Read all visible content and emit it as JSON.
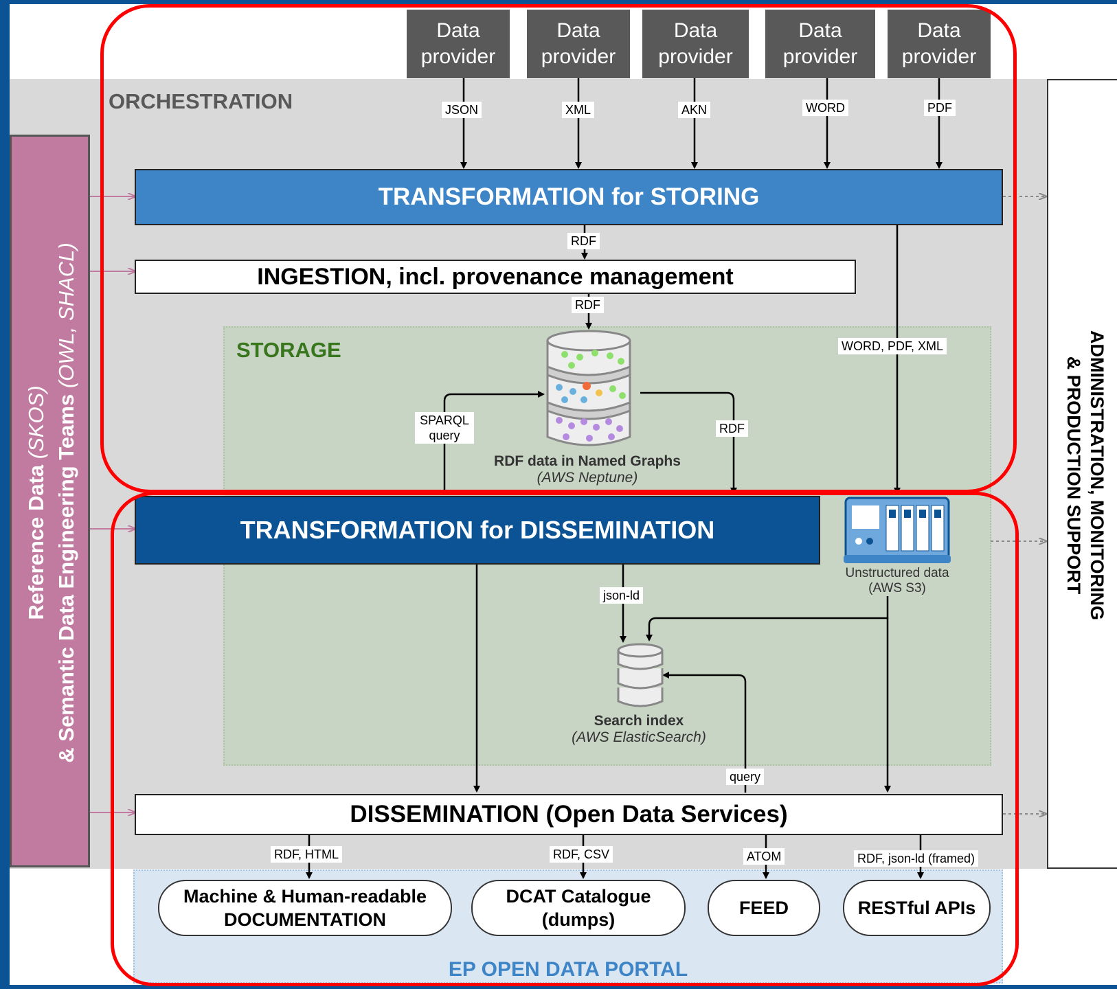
{
  "providers": [
    {
      "label": "Data provider",
      "format": "JSON"
    },
    {
      "label": "Data provider",
      "format": "XML"
    },
    {
      "label": "Data provider",
      "format": "AKN"
    },
    {
      "label": "Data provider",
      "format": "WORD"
    },
    {
      "label": "Data provider",
      "format": "PDF"
    }
  ],
  "sections": {
    "orchestration": "ORCHESTRATION",
    "storage": "STORAGE",
    "portal": "EP OPEN DATA PORTAL"
  },
  "side_panel": {
    "line1": "Reference Data",
    "line1_italic": "(SKOS)",
    "line2": "& Semantic Data Engineering Teams",
    "line2_italic": "(OWL, SHACL)"
  },
  "admin_panel": {
    "line1": "ADMINISTRATION, MONITORING",
    "line2": "& PRODUCTION SUPPORT"
  },
  "bars": {
    "transform_storing": "TRANSFORMATION for STORING",
    "ingestion": "INGESTION, incl. provenance management",
    "transform_dissemination": "TRANSFORMATION for DISSEMINATION",
    "dissemination": "DISSEMINATION (Open Data Services)"
  },
  "edge_labels": {
    "rdf_1": "RDF",
    "rdf_2": "RDF",
    "word_pdf_xml": "WORD, PDF, XML",
    "sparql_query": "SPARQL query",
    "rdf_3": "RDF",
    "json_ld": "json-ld",
    "query": "query",
    "rdf_html": "RDF, HTML",
    "rdf_csv": "RDF, CSV",
    "atom": "ATOM",
    "rdf_jsonld_framed": "RDF, json-ld (framed)"
  },
  "stores": {
    "rdf_title": "RDF data in Named Graphs",
    "rdf_sub": "(AWS Neptune)",
    "unstructured_title": "Unstructured data",
    "unstructured_sub": "(AWS S3)",
    "search_title": "Search index",
    "search_sub": "(AWS ElasticSearch)"
  },
  "outputs": {
    "documentation": "Machine & Human-readable DOCUMENTATION",
    "dcat": "DCAT Catalogue (dumps)",
    "feed": "FEED",
    "rest": "RESTful APIs"
  },
  "colors": {
    "provider_box": "#595959",
    "transform_storing": "#3d85c6",
    "transform_dissemination": "#0b5394",
    "side_panel": "#c27ba0",
    "storage_bg": "#c8d4c4",
    "storage_label": "#38761d",
    "orchestration_bg": "#d9d9d9",
    "portal_bg": "#dae7f3",
    "portal_label": "#3d85c6",
    "highlight": "#ff0000"
  }
}
